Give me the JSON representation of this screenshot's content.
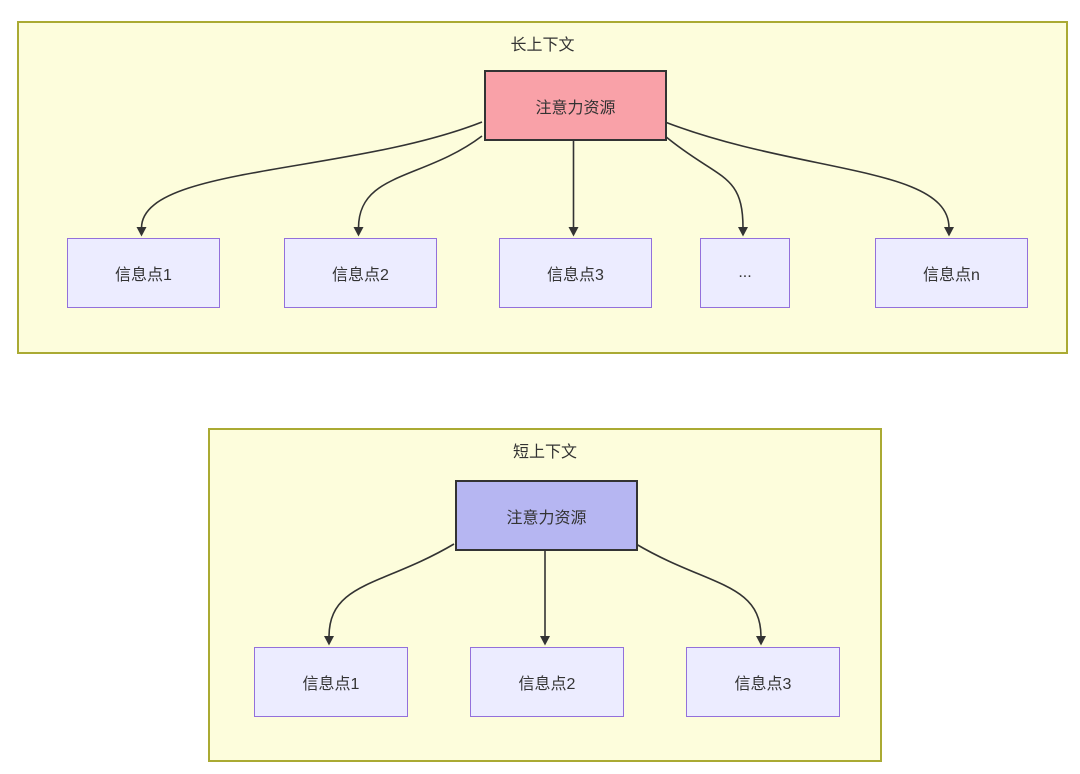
{
  "diagram": {
    "type": "flowchart-comparison",
    "long_context": {
      "title": "长上下文",
      "attention": {
        "label": "注意力资源",
        "fill": "#f9a1a8"
      },
      "info_points": [
        "信息点1",
        "信息点2",
        "信息点3",
        "...",
        "信息点n"
      ]
    },
    "short_context": {
      "title": "短上下文",
      "attention": {
        "label": "注意力资源",
        "fill": "#b6b6f2"
      },
      "info_points": [
        "信息点1",
        "信息点2",
        "信息点3"
      ]
    },
    "colors": {
      "canvas_bg": "#ffffff",
      "container_fill": "#fdfddc",
      "container_border": "#aaaa33",
      "info_fill": "#ececff",
      "info_border": "#9370db",
      "attention_long_fill": "#f9a1a8",
      "attention_short_fill": "#b6b6f2",
      "attention_border": "#333333",
      "arrow": "#333333",
      "text": "#333333"
    }
  }
}
